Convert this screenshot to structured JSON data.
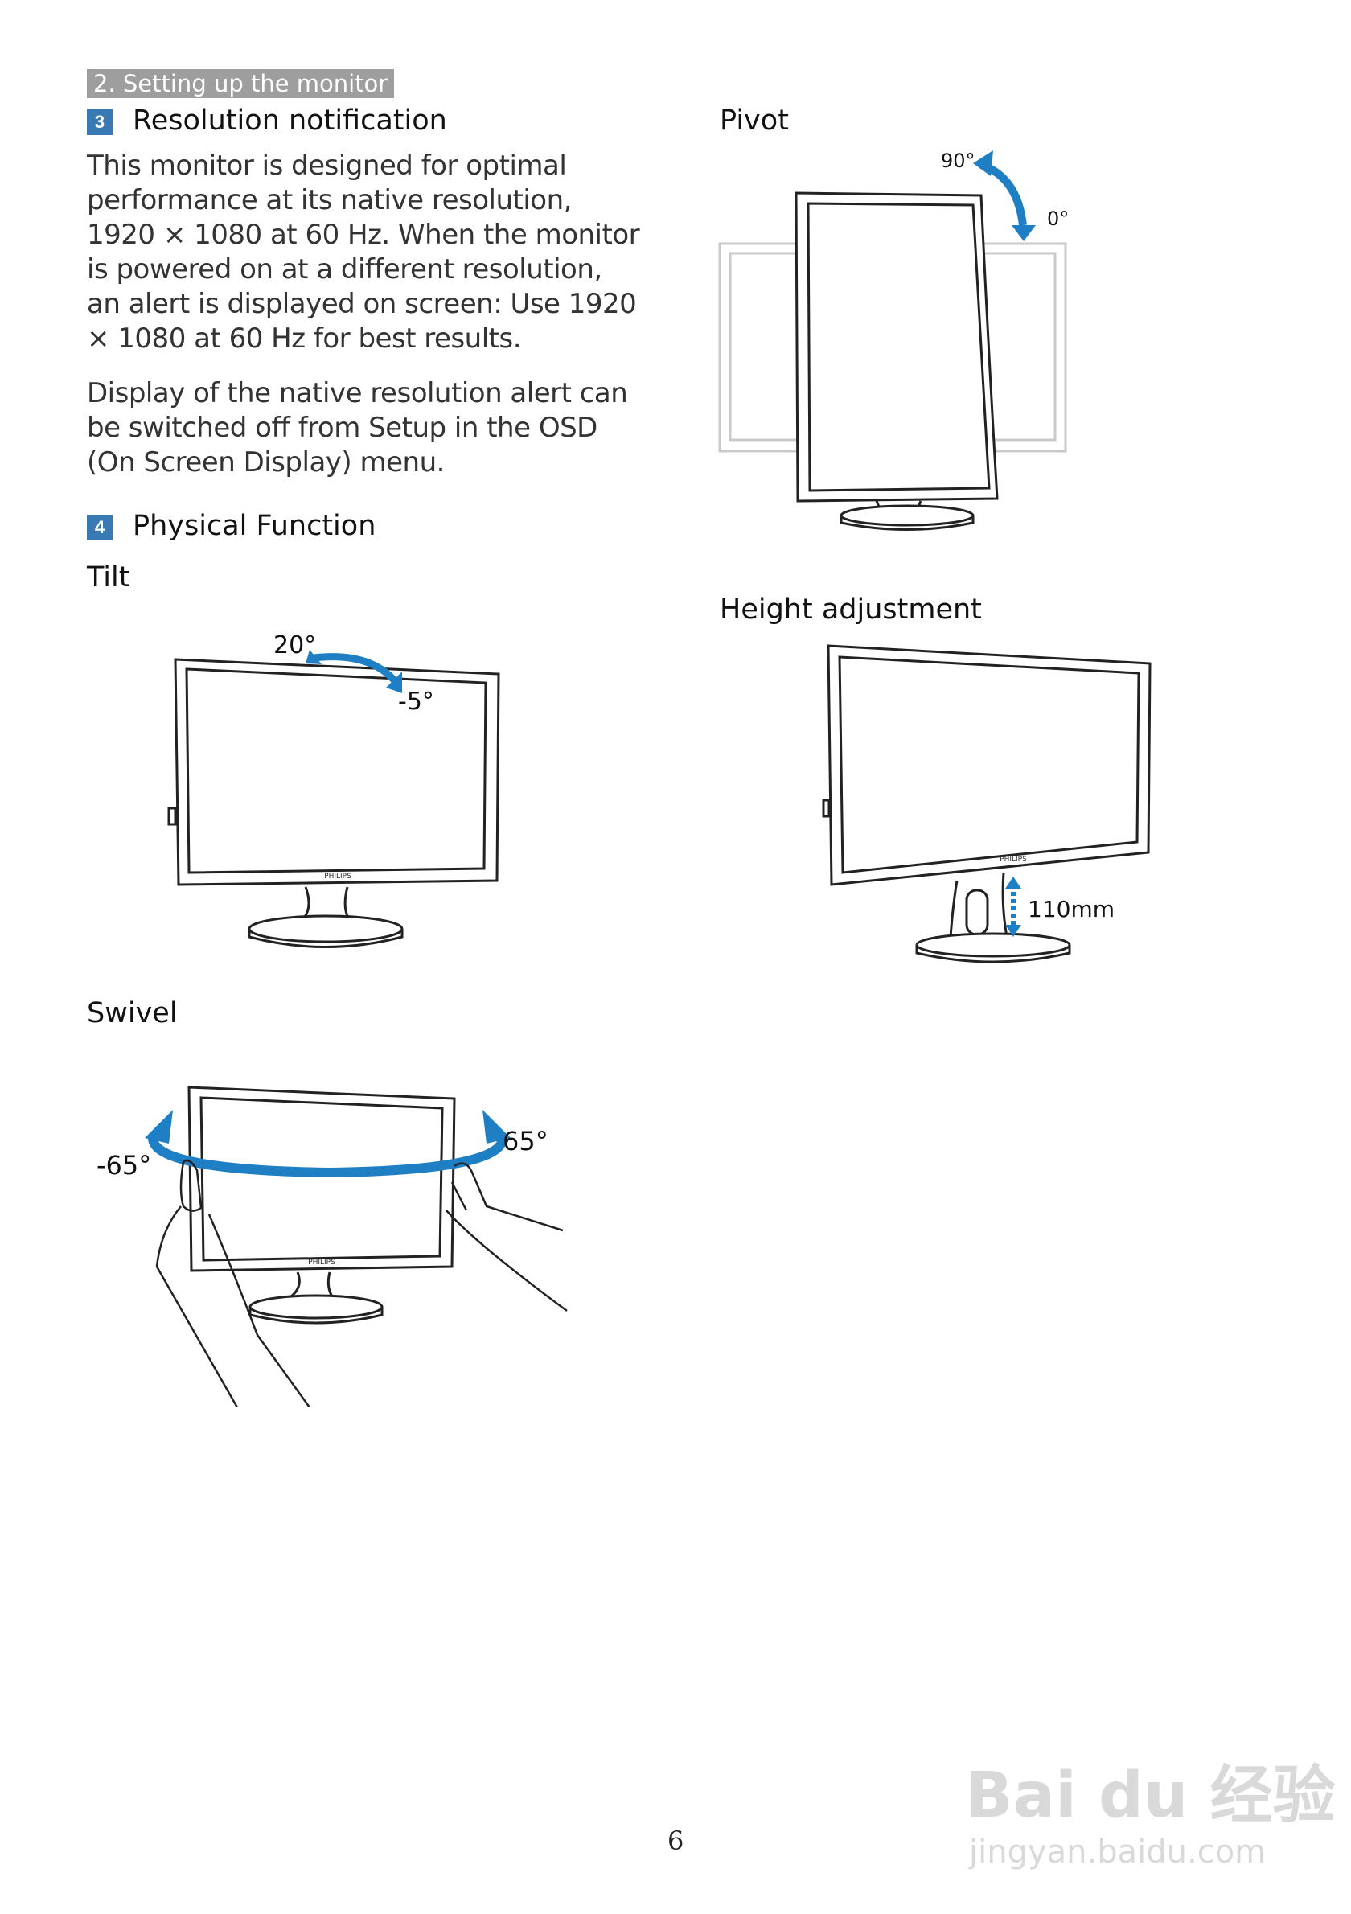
{
  "section": {
    "tag": "2. Setting up the monitor"
  },
  "resolution": {
    "number": "3",
    "title": "Resolution notification",
    "paragraph1": "This monitor is designed for optimal performance at its native resolution, 1920 × 1080 at 60 Hz. When the monitor is powered on at a different resolution, an alert is displayed on screen: Use 1920 × 1080 at 60 Hz for best results.",
    "paragraph2": "Display of the native resolution alert can be switched off from Setup in the OSD (On Screen Display) menu."
  },
  "physical": {
    "number": "4",
    "title": "Physical Function"
  },
  "tilt": {
    "label": "Tilt",
    "angle_up": "20°",
    "angle_down": "-5°"
  },
  "swivel": {
    "label": "Swivel",
    "angle_left": "-65°",
    "angle_right": "65°"
  },
  "pivot": {
    "label": "Pivot",
    "angle_top": "90°",
    "angle_bottom": "0°"
  },
  "height": {
    "label": "Height adjustment",
    "value": "110mm"
  },
  "brand": "PHILIPS",
  "page": {
    "number": "6"
  },
  "watermark": {
    "line1": "Bai du 经验",
    "line2": "jingyan.baidu.com"
  },
  "colors": {
    "accent": "#3a7ab4",
    "tag_bg": "#9e9e9e",
    "arrow": "#1f7fc4"
  }
}
